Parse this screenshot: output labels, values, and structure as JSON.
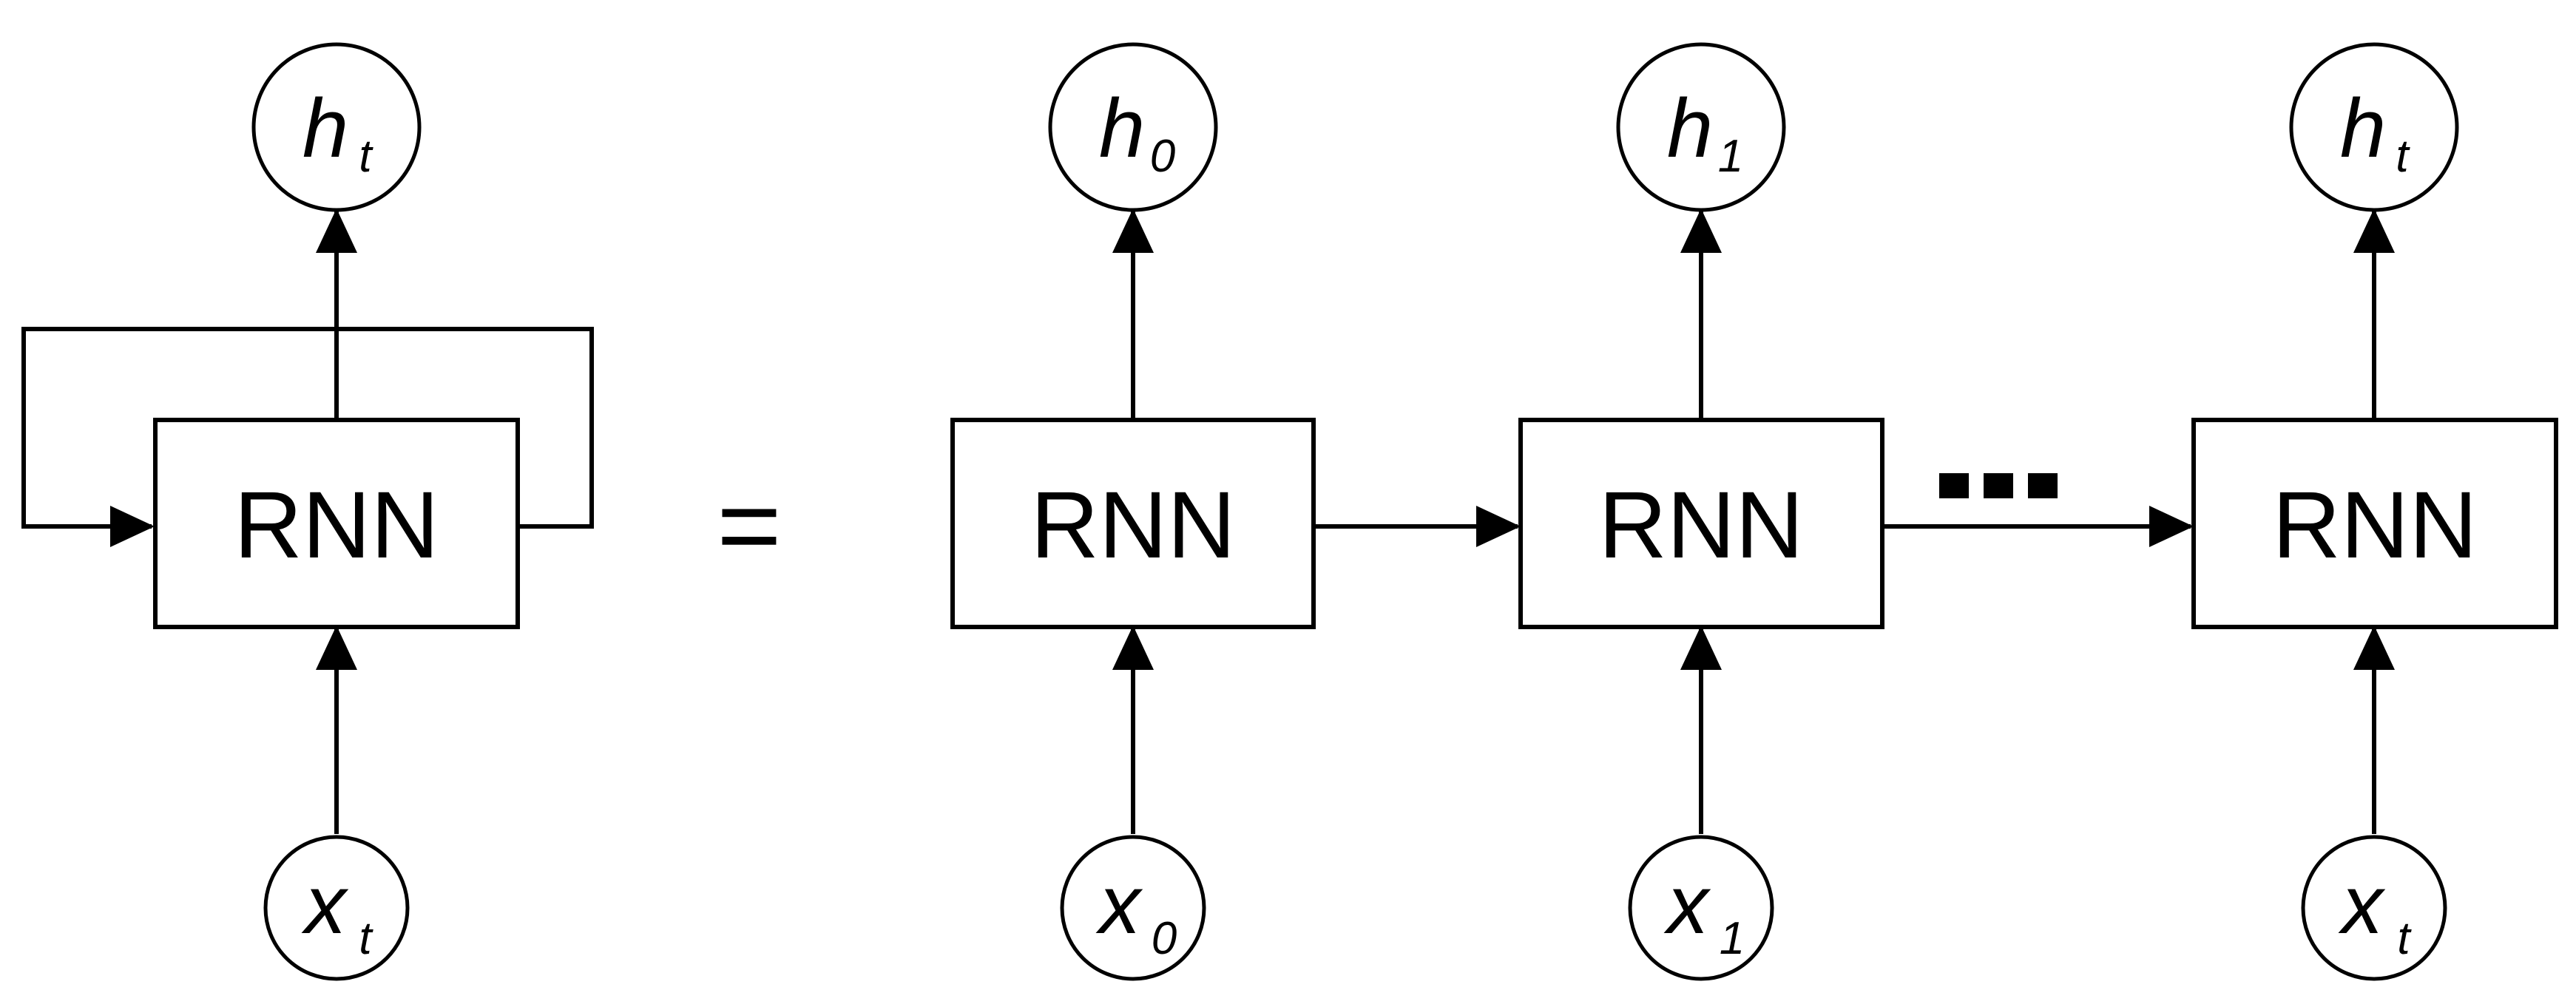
{
  "colors": {
    "background": "#ffffff",
    "stroke": "#000000"
  },
  "folded": {
    "cell_label": "RNN",
    "output": {
      "letter": "h",
      "sub": "t"
    },
    "input": {
      "letter": "x",
      "sub": "t"
    }
  },
  "equals_sign": "=",
  "unrolled": [
    {
      "cell_label": "RNN",
      "output": {
        "letter": "h",
        "sub": "0"
      },
      "input": {
        "letter": "x",
        "sub": "0"
      }
    },
    {
      "cell_label": "RNN",
      "output": {
        "letter": "h",
        "sub": "1"
      },
      "input": {
        "letter": "x",
        "sub": "1"
      }
    },
    {
      "cell_label": "RNN",
      "output": {
        "letter": "h",
        "sub": "t"
      },
      "input": {
        "letter": "x",
        "sub": "t"
      }
    }
  ]
}
